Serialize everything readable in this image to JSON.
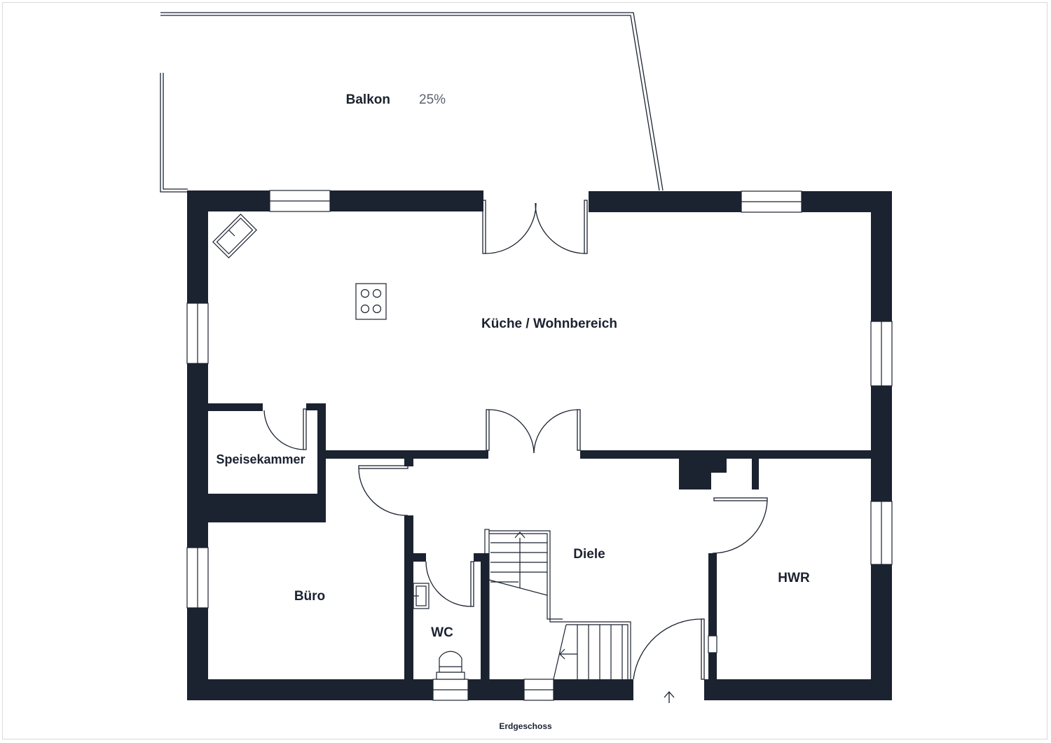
{
  "plan": {
    "caption": "Erdgeschoss",
    "wall_color": "#1b2230",
    "rooms": {
      "balkon": {
        "name": "Balkon",
        "note": "25%"
      },
      "kueche": {
        "name": "Küche / Wohnbereich"
      },
      "speisekammer": {
        "name": "Speisekammer"
      },
      "buero": {
        "name": "Büro"
      },
      "wc": {
        "name": "WC"
      },
      "diele": {
        "name": "Diele"
      },
      "hwr": {
        "name": "HWR"
      }
    }
  }
}
